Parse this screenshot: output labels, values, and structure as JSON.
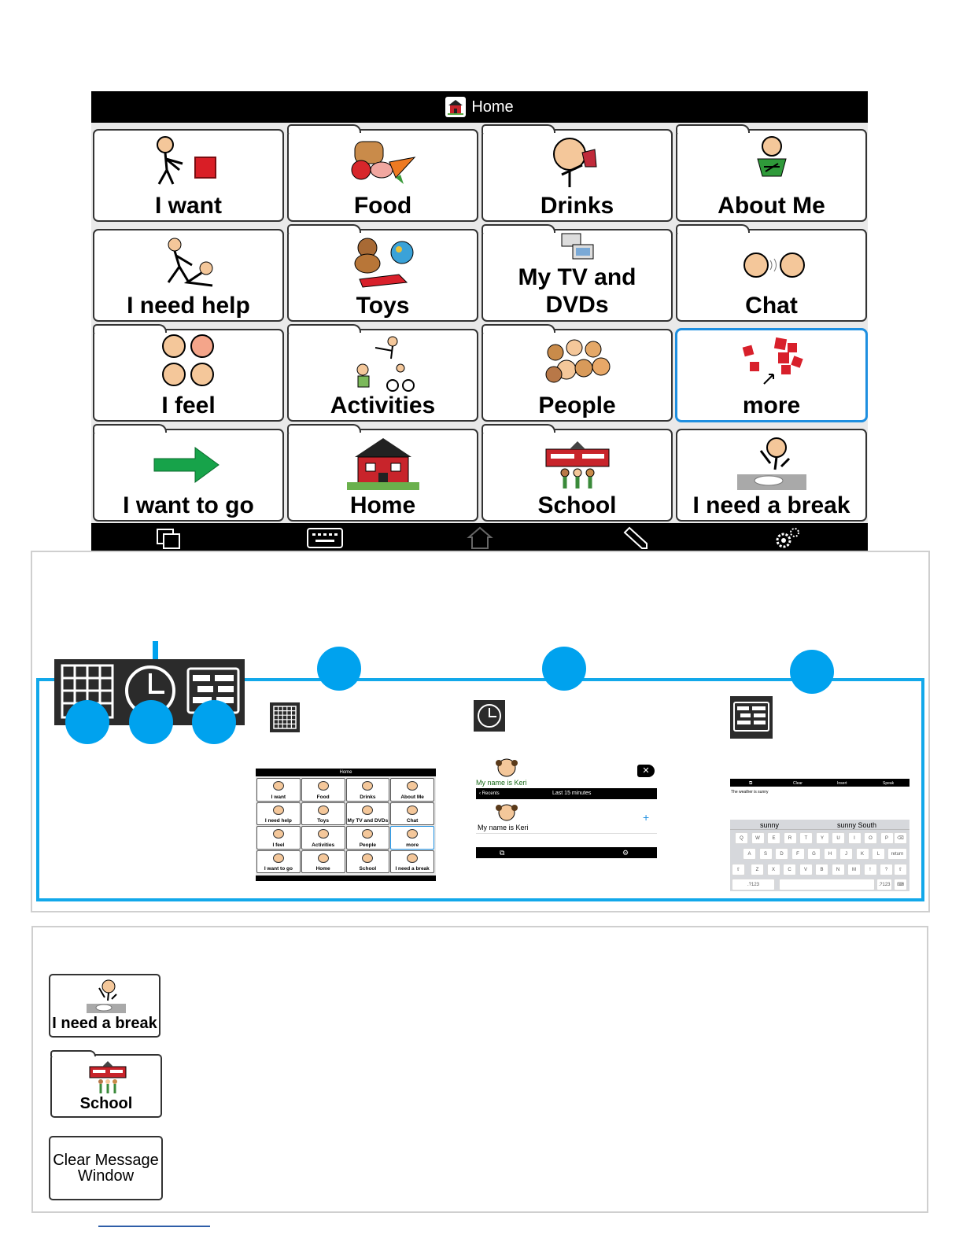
{
  "home_screen": {
    "title": "Home",
    "cells": [
      {
        "label": "I want"
      },
      {
        "label": "Food"
      },
      {
        "label": "Drinks"
      },
      {
        "label": "About Me"
      },
      {
        "label": "I need help"
      },
      {
        "label": "Toys"
      },
      {
        "label": "My TV and DVDs"
      },
      {
        "label": "Chat"
      },
      {
        "label": "I feel"
      },
      {
        "label": "Activities"
      },
      {
        "label": "People"
      },
      {
        "label": "more"
      },
      {
        "label": "I want to go"
      },
      {
        "label": "Home"
      },
      {
        "label": "School"
      },
      {
        "label": "I need a break"
      }
    ],
    "toolbar_icons": [
      "copy-icon",
      "keyboard-icon",
      "home-icon",
      "pencil-icon",
      "gears-icon"
    ],
    "colors": {
      "accent": "#1e8fe0",
      "bar": "#000000",
      "callout": "#00a2ee"
    }
  },
  "thumbnail": {
    "title": "Home",
    "labels": [
      "I want",
      "Food",
      "Drinks",
      "About Me",
      "I need help",
      "Toys",
      "My TV and DVDs",
      "Chat",
      "I feel",
      "Activities",
      "People",
      "more",
      "I want to go",
      "Home",
      "School",
      "I need a break"
    ]
  },
  "recents": {
    "message": "My name is Keri",
    "nav_back": "Recents",
    "nav_title": "Last 15 minutes",
    "item": "My name is Keri",
    "add": "+"
  },
  "typing": {
    "toolbar": [
      "Clear",
      "Insert",
      "Speak"
    ],
    "message": "The weather is sunny",
    "predictions": [
      "sunny",
      "sunny South"
    ],
    "rows": [
      [
        "Q",
        "W",
        "E",
        "R",
        "T",
        "Y",
        "U",
        "I",
        "O",
        "P"
      ],
      [
        "A",
        "S",
        "D",
        "F",
        "G",
        "H",
        "J",
        "K",
        "L"
      ],
      [
        "Z",
        "X",
        "C",
        "V",
        "B",
        "N",
        "M",
        "!",
        "?"
      ]
    ],
    "return_key": "return",
    "num_key": ".?123"
  },
  "samples": {
    "break_label": "I need a break",
    "school_label": "School",
    "clear_label_1": "Clear Message",
    "clear_label_2": "Window"
  }
}
